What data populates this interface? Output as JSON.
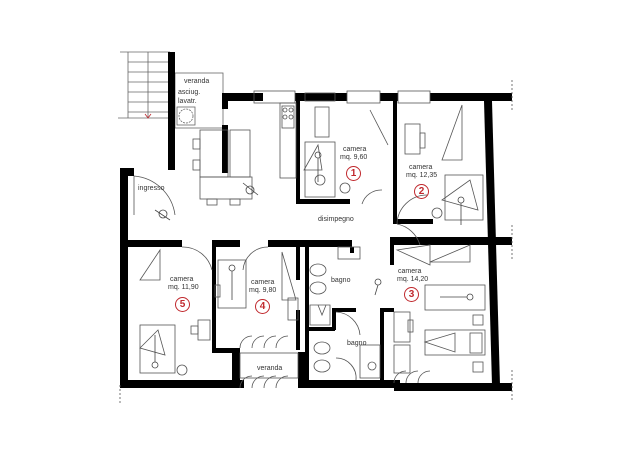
{
  "plan": {
    "type": "apartment floor plan",
    "accent_color": "#c0282d",
    "wall_color": "#000000",
    "line_color": "#555555"
  },
  "rooms": {
    "veranda_top": {
      "name": "veranda",
      "note1": "asciug.",
      "note2": "lavatr."
    },
    "ingresso": {
      "name": "ingresso"
    },
    "disimpegno": {
      "name": "disimpegno"
    },
    "camera1": {
      "name": "camera",
      "area": "mq. 9,60",
      "number": "1"
    },
    "camera2": {
      "name": "camera",
      "area": "mq. 12,35",
      "number": "2"
    },
    "camera3": {
      "name": "camera",
      "area": "mq. 14,20",
      "number": "3"
    },
    "camera4": {
      "name": "camera",
      "area": "mq. 9,80",
      "number": "4"
    },
    "camera5": {
      "name": "camera",
      "area": "mq. 11,90",
      "number": "5"
    },
    "bagno1": {
      "name": "bagno"
    },
    "bagno2": {
      "name": "bagno"
    },
    "veranda_bottom": {
      "name": "veranda"
    }
  }
}
